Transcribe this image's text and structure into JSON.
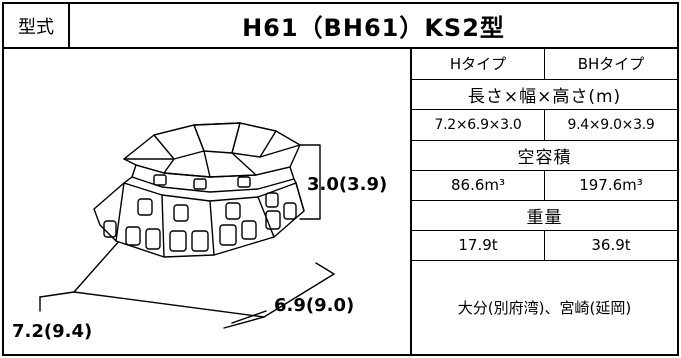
{
  "header": {
    "type_label": "型式",
    "title": "H61（BH61）KS2型"
  },
  "figure": {
    "height_dim": "3.0(3.9)",
    "width_dim": "6.9(9.0)",
    "length_dim": "7.2(9.4)"
  },
  "specs": {
    "col_h": "Hタイプ",
    "col_bh": "BHタイプ",
    "size_header": "長さ×幅×高さ(m)",
    "size_h": "7.2×6.9×3.0",
    "size_bh": "9.4×9.0×3.9",
    "volume_header": "空容積",
    "volume_h": "86.6m³",
    "volume_bh": "197.6m³",
    "weight_header": "重量",
    "weight_h": "17.9t",
    "weight_bh": "36.9t",
    "location": "大分(別府湾)、宮崎(延岡)"
  }
}
